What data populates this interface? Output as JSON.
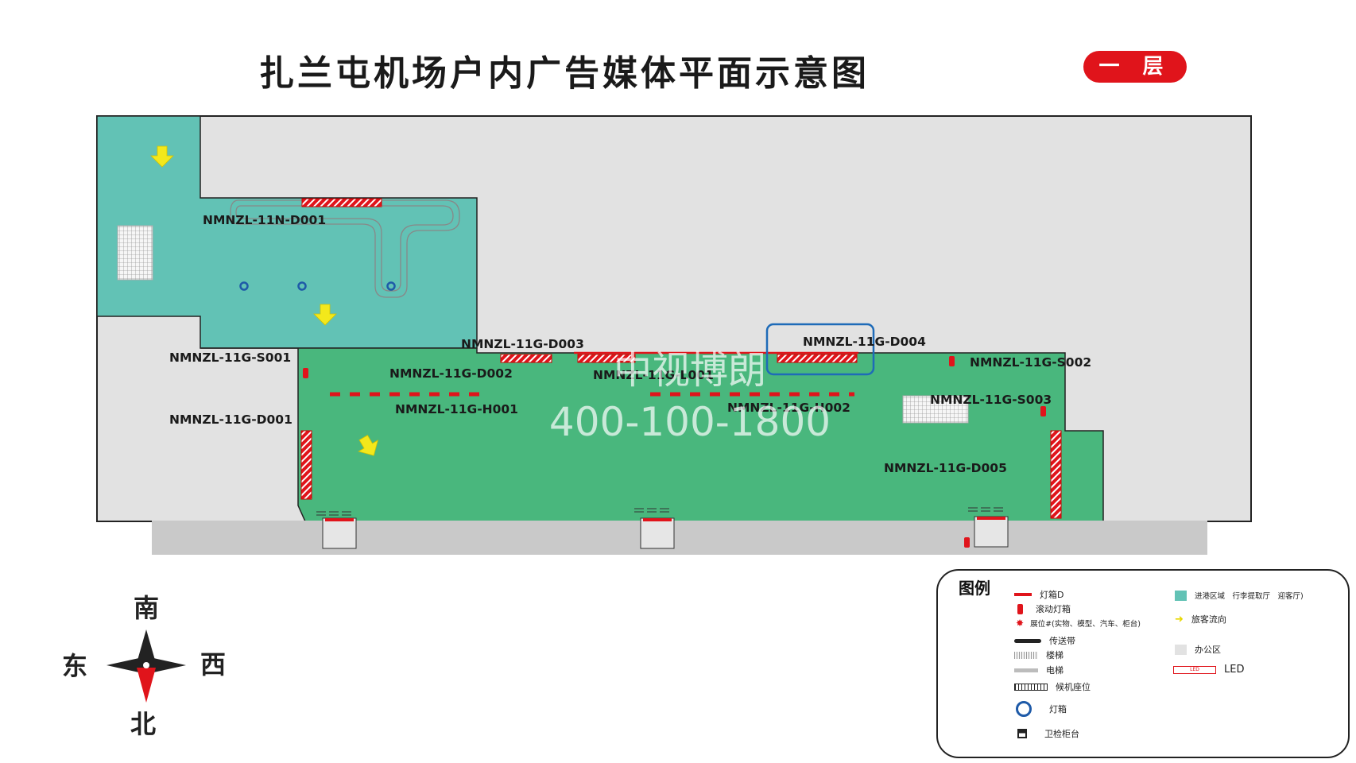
{
  "title": "扎兰屯机场户内广告媒体平面示意图",
  "floor_badge": "一 层",
  "watermark": {
    "line1": "中视博朗",
    "line2": "400-100-1800"
  },
  "labels": {
    "n_d001": "NMNZL-11N-D001",
    "g_s001": "NMNZL-11G-S001",
    "g_d001": "NMNZL-11G-D001",
    "g_d002": "NMNZL-11G-D002",
    "g_d003": "NMNZL-11G-D003",
    "g_l001": "NMNZL-11G-L001",
    "g_h001": "NMNZL-11G-H001",
    "g_d004": "NMNZL-11G-D004",
    "g_h002": "NMNZL-11G-H002",
    "g_s002": "NMNZL-11G-S002",
    "g_s003": "NMNZL-11G-S003",
    "g_d005": "NMNZL-11G-D005"
  },
  "compass": {
    "south": "南",
    "east": "东",
    "west": "西",
    "north": "北"
  },
  "legend": {
    "title": "图例",
    "items": {
      "lightbox_d": "灯箱D",
      "scrolling_lightbox": "滚动灯箱",
      "booth": "展位#(实物、模型、汽车、柜台)",
      "conveyor": "传送带",
      "stairs": "楼梯",
      "elevator": "电梯",
      "seats": "候机座位",
      "lightbox_round": "灯箱",
      "security_counter": "卫检柜台",
      "arrival_area": "进港区域　行李提取厅　迎客厅)",
      "passenger_flow": "旅客流向",
      "office": "办公区",
      "led_sample": "LED",
      "led": "LED"
    }
  },
  "colors": {
    "teal_area": "#62c2b5",
    "green_area": "#49b77d",
    "grey_area": "#e2e2e2",
    "ad_red": "#e0141b",
    "arrow_yellow": "#f3e81b",
    "highlight_blue": "#1e6bb8"
  }
}
